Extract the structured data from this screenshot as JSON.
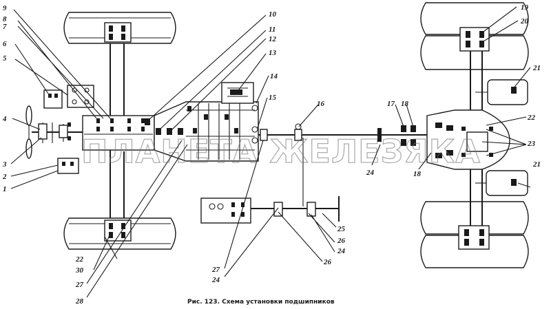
{
  "caption": "Рис. 123. Схема установки подшипников",
  "watermark": "ПЛАНЕТА ЖЕЛЕЗЯКА",
  "callouts": {
    "n1": "1",
    "n2": "2",
    "n3": "3",
    "n4": "4",
    "n5": "5",
    "n6": "6",
    "n7": "7",
    "n8": "8",
    "n9": "9",
    "n10": "10",
    "n11": "11",
    "n12": "12",
    "n13": "13",
    "n14": "14",
    "n15": "15",
    "n16": "16",
    "n17": "17",
    "n18": "18",
    "n19": "19",
    "n20": "20",
    "n21a": "21",
    "n21b": "21",
    "n22a": "22",
    "n22b": "22",
    "n23": "23",
    "n24a": "24",
    "n24b": "24",
    "n24c": "24",
    "n25": "25",
    "n26a": "26",
    "n26b": "26",
    "n27a": "27",
    "n27b": "27",
    "n28": "28",
    "n30": "30",
    "n18b": "18"
  }
}
